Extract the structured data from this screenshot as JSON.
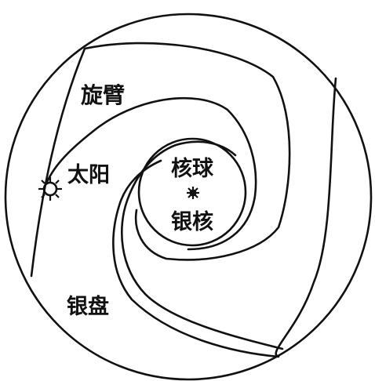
{
  "labels": {
    "spiral_arm": "旋臂",
    "sun": "太阳",
    "nuclear_bulge": "核球",
    "galactic_nucleus": "银核",
    "galactic_disk": "银盘"
  }
}
